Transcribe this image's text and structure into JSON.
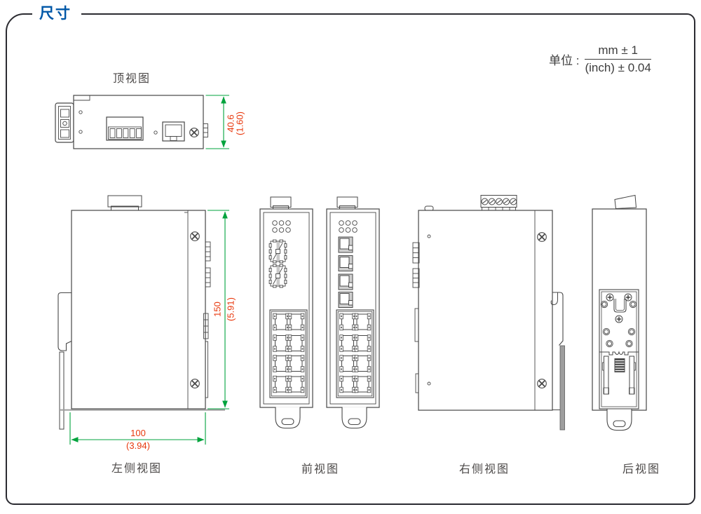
{
  "title": "尺寸",
  "unit": {
    "label": "单位 :",
    "mm": "mm ± 1",
    "inch": "(inch) ± 0.04"
  },
  "views": {
    "top": {
      "label": "顶视图",
      "height_mm": "40.6",
      "height_inch": "(1.60)"
    },
    "left_side": {
      "label": "左侧视图",
      "height_mm": "150",
      "height_inch": "(5.91)",
      "width_mm": "100",
      "width_inch": "(3.94)"
    },
    "front": {
      "label": "前视图"
    },
    "right_side": {
      "label": "右侧视图"
    },
    "rear": {
      "label": "后视图"
    }
  },
  "colors": {
    "accent_blue": "#0057a7",
    "dimension_text_red": "#e8380d",
    "dimension_line_green": "#00a33c",
    "drawing_line": "#474747",
    "frame_border": "#2b2b31"
  }
}
